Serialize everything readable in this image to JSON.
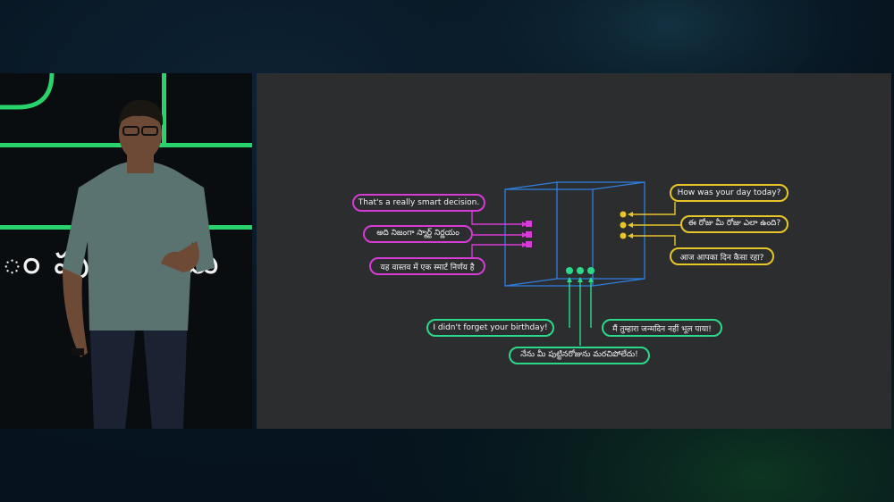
{
  "stage": {
    "background_text": "ం పుట్ ం మ"
  },
  "slide": {
    "magenta_labels": [
      "That's a really smart decision.",
      "అది నిజంగా స్మార్ట్ నిర్ణయం",
      "यह वास्तव में एक स्मार्ट निर्णय है"
    ],
    "yellow_labels": [
      "How was your day today?",
      "ఈ రోజు మీ రోజు ఎలా ఉంది?",
      "आज आपका दिन कैसा रहा?"
    ],
    "green_labels": [
      "I didn't forget your birthday!",
      "నేను మీ పుట్టినరోజును మరచిపోలేదు!",
      "मैं तुम्हारा जन्मदिन नहीं भूल पाया!"
    ]
  },
  "colors": {
    "magenta": "#d63bd6",
    "yellow": "#e8c62a",
    "green": "#2bd98a",
    "cube": "#2e7fe0",
    "stage_green": "#27d36a"
  }
}
